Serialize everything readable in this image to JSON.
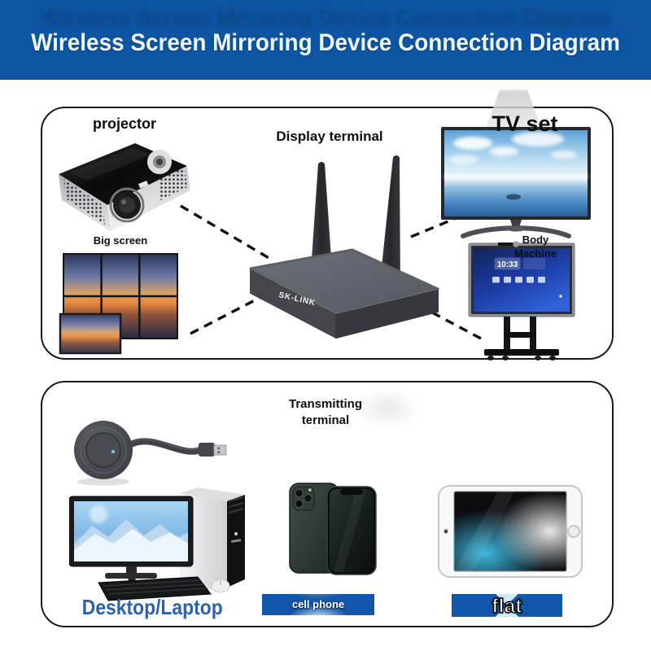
{
  "header": {
    "title": "Wireless Screen Mirroring Device Connection Diagram"
  },
  "display_section": {
    "section_label": "Display terminal",
    "router_brand": "SK-LINK",
    "projector_label": "projector",
    "big_screen_label": "Big screen",
    "tv_label": "TV set",
    "body_machine_label_line1": "Body",
    "body_machine_label_line2": "Machine",
    "body_machine_screen_time": "10:33"
  },
  "transmit_section": {
    "section_label_line1": "Transmitting",
    "section_label_line2": "terminal",
    "desktop_label": "Desktop/Laptop",
    "phone_label": "cell phone",
    "tablet_label": "flat"
  },
  "colors": {
    "header_bg": "#0d55a2",
    "banner_blue": "#1156a8",
    "desktop_label_color": "#2b62ae",
    "box_border": "#1a1a1a",
    "dashed_line": "#0f0f0f"
  }
}
